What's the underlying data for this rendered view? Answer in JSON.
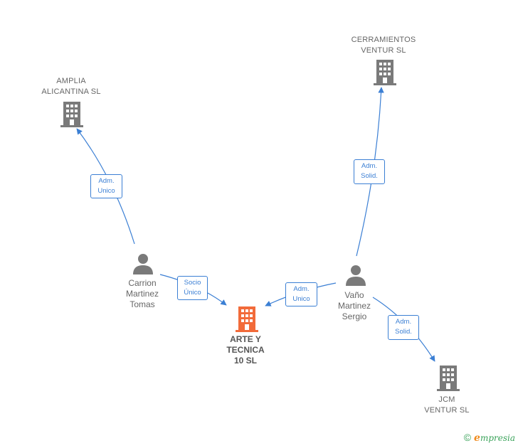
{
  "nodes": {
    "amplia": {
      "label_lines": [
        "AMPLIA",
        "ALICANTINA SL"
      ],
      "type": "company"
    },
    "cerramientos": {
      "label_lines": [
        "CERRAMIENTOS",
        "VENTUR  SL"
      ],
      "type": "company"
    },
    "arte": {
      "label_lines": [
        "ARTE Y",
        "TECNICA",
        "10  SL"
      ],
      "type": "company-focus"
    },
    "jcm": {
      "label_lines": [
        "JCM",
        "VENTUR SL"
      ],
      "type": "company"
    },
    "carrion": {
      "label_lines": [
        "Carrion",
        "Martinez",
        "Tomas"
      ],
      "type": "person"
    },
    "vano": {
      "label_lines": [
        "Vaño",
        "Martinez",
        "Sergio"
      ],
      "type": "person"
    }
  },
  "edges": {
    "carrion_amplia": {
      "lines": [
        "Adm.",
        "Unico"
      ]
    },
    "carrion_arte": {
      "lines": [
        "Socio",
        "Único"
      ]
    },
    "vano_arte": {
      "lines": [
        "Adm.",
        "Unico"
      ]
    },
    "vano_cerramientos": {
      "lines": [
        "Adm.",
        "Solid."
      ]
    },
    "vano_jcm": {
      "lines": [
        "Adm.",
        "Solid."
      ]
    }
  },
  "colors": {
    "edge": "#3b7fd4",
    "company_icon": "#7a7a7a",
    "focus_icon": "#f26b3a",
    "person_icon": "#7a7a7a"
  },
  "brand": {
    "copyright": "©",
    "initial": "e",
    "rest": "mpresia"
  }
}
